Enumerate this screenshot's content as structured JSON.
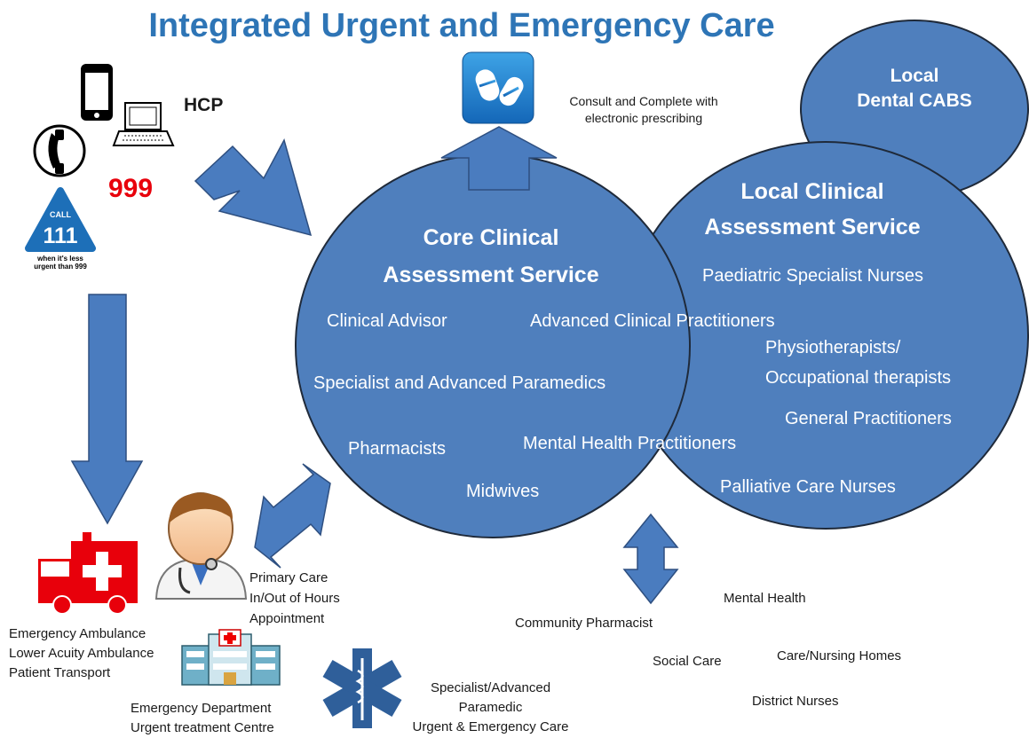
{
  "title": "Integrated Urgent and Emergency Care",
  "colors": {
    "circle_fill": "#4f7fbd",
    "circle_stroke": "#1f2a3a",
    "arrow_fill": "#4a7cbf",
    "arrow_stroke": "#2e4f80",
    "title": "#2e75b6",
    "red": "#e8000b",
    "call111": "#1d6fb8"
  },
  "access": {
    "hcp": "HCP",
    "number_999": "999",
    "call_word": "CALL",
    "call_number": "111",
    "call_tagline_1": "when it's less",
    "call_tagline_2": "urgent than 999",
    "icons": [
      "mobile-phone-icon",
      "laptop-icon",
      "telephone-icon",
      "call-111-logo"
    ]
  },
  "prescribing": {
    "icon": "pills-app-icon",
    "line1": "Consult and Complete with",
    "line2": "electronic prescribing"
  },
  "dental": {
    "line1": "Local",
    "line2": "Dental CABS"
  },
  "core": {
    "line1": "Core Clinical",
    "line2": "Assessment Service",
    "roles": [
      "Clinical Advisor",
      "Advanced Clinical Practitioners",
      "Specialist and Advanced Paramedics",
      "Pharmacists",
      "Mental Health Practitioners",
      "Midwives"
    ]
  },
  "local": {
    "line1": "Local Clinical",
    "line2": "Assessment Service",
    "roles": [
      "Paediatric Specialist Nurses",
      "Physiotherapists/",
      "Occupational therapists",
      "General Practitioners",
      "Palliative Care Nurses"
    ]
  },
  "primary_care": {
    "icon": "doctor-icon",
    "lines": [
      "Primary Care",
      "In/Out of Hours",
      "Appointment"
    ]
  },
  "ambulance": {
    "icon": "ambulance-icon",
    "lines": [
      "Emergency Ambulance",
      "Lower Acuity Ambulance",
      "Patient Transport"
    ]
  },
  "hospital": {
    "icon": "hospital-icon",
    "lines": [
      "Emergency Department",
      "Urgent treatment Centre"
    ]
  },
  "paramedic": {
    "icon": "star-of-life-icon",
    "lines": [
      "Specialist/Advanced",
      "Paramedic",
      "Urgent & Emergency Care"
    ]
  },
  "community": {
    "items": [
      "Mental Health",
      "Community Pharmacist",
      "Social Care",
      "Care/Nursing Homes",
      "District Nurses"
    ]
  }
}
